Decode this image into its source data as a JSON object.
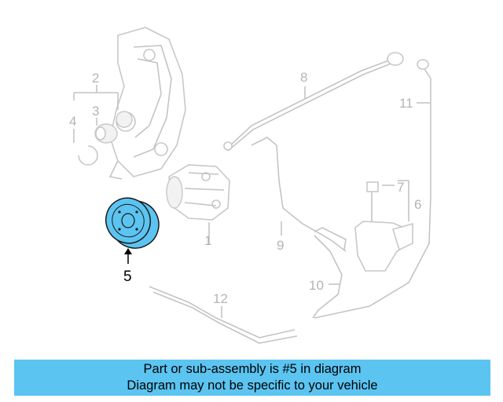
{
  "diagram": {
    "callouts": {
      "c1": "1",
      "c2": "2",
      "c3": "3",
      "c4": "4",
      "c5": "5",
      "c6": "6",
      "c7": "7",
      "c8": "8",
      "c9": "9",
      "c10": "10",
      "c11": "11",
      "c12": "12"
    },
    "highlighted_part": "5",
    "highlight_color": "#5bc4f1"
  },
  "caption": {
    "line1": "Part or sub-assembly is #5 in diagram",
    "line2": "Diagram may not be specific to your vehicle",
    "background": "#5bc4f1"
  }
}
